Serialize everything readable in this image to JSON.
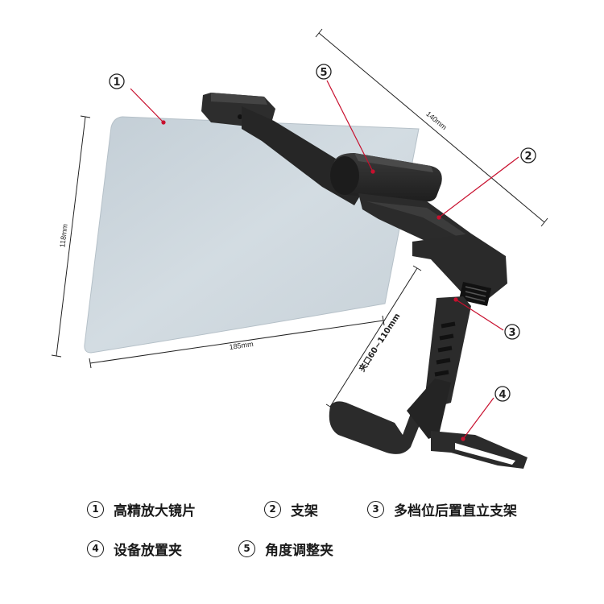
{
  "callouts": [
    "①",
    "②",
    "③",
    "④",
    "⑤"
  ],
  "dimensions": {
    "height": "118mm",
    "width": "185mm",
    "arm_length": "140mm",
    "clamp_range": "夹口60~110mm"
  },
  "legend": [
    {
      "num": "①",
      "label": "高精放大镜片"
    },
    {
      "num": "②",
      "label": "支架"
    },
    {
      "num": "③",
      "label": "多档位后置直立支架"
    },
    {
      "num": "④",
      "label": "设备放置夹"
    },
    {
      "num": "⑤",
      "label": "角度调整夹"
    }
  ],
  "colors": {
    "leader_line": "#c8102e",
    "lens": "#c9d3da",
    "bracket": "#2b2b2b",
    "text": "#1a1a1a"
  }
}
